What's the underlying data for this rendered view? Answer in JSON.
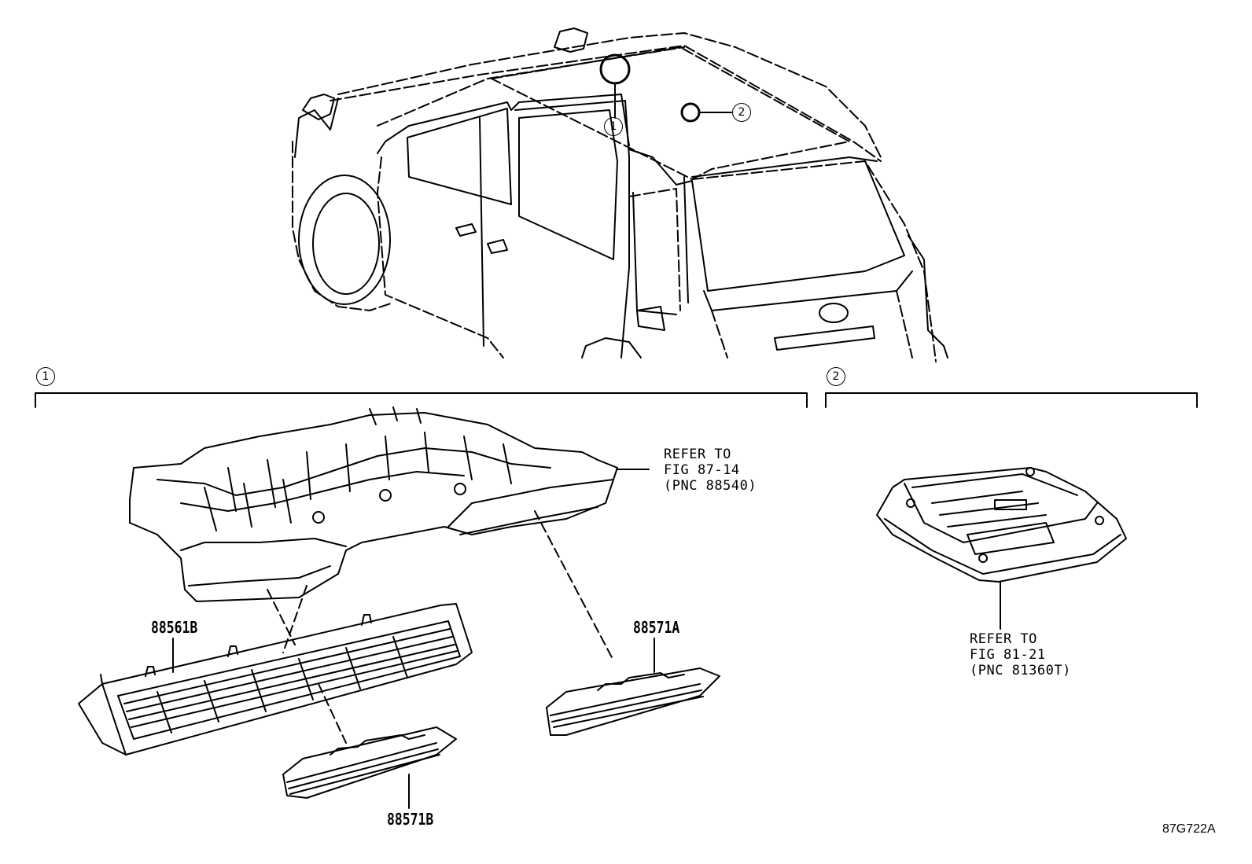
{
  "callouts": {
    "one": "1",
    "two": "2"
  },
  "references": {
    "roof_console": [
      "REFER TO",
      "FIG 87-14",
      "(PNC 88540)"
    ],
    "dome_light": [
      "REFER TO",
      "FIG 81-21",
      "(PNC 81360T)"
    ]
  },
  "parts": {
    "part_88561b": "88561B",
    "part_88571a": "88571A",
    "part_88571b": "88571B"
  },
  "figure_id": "87G722A"
}
